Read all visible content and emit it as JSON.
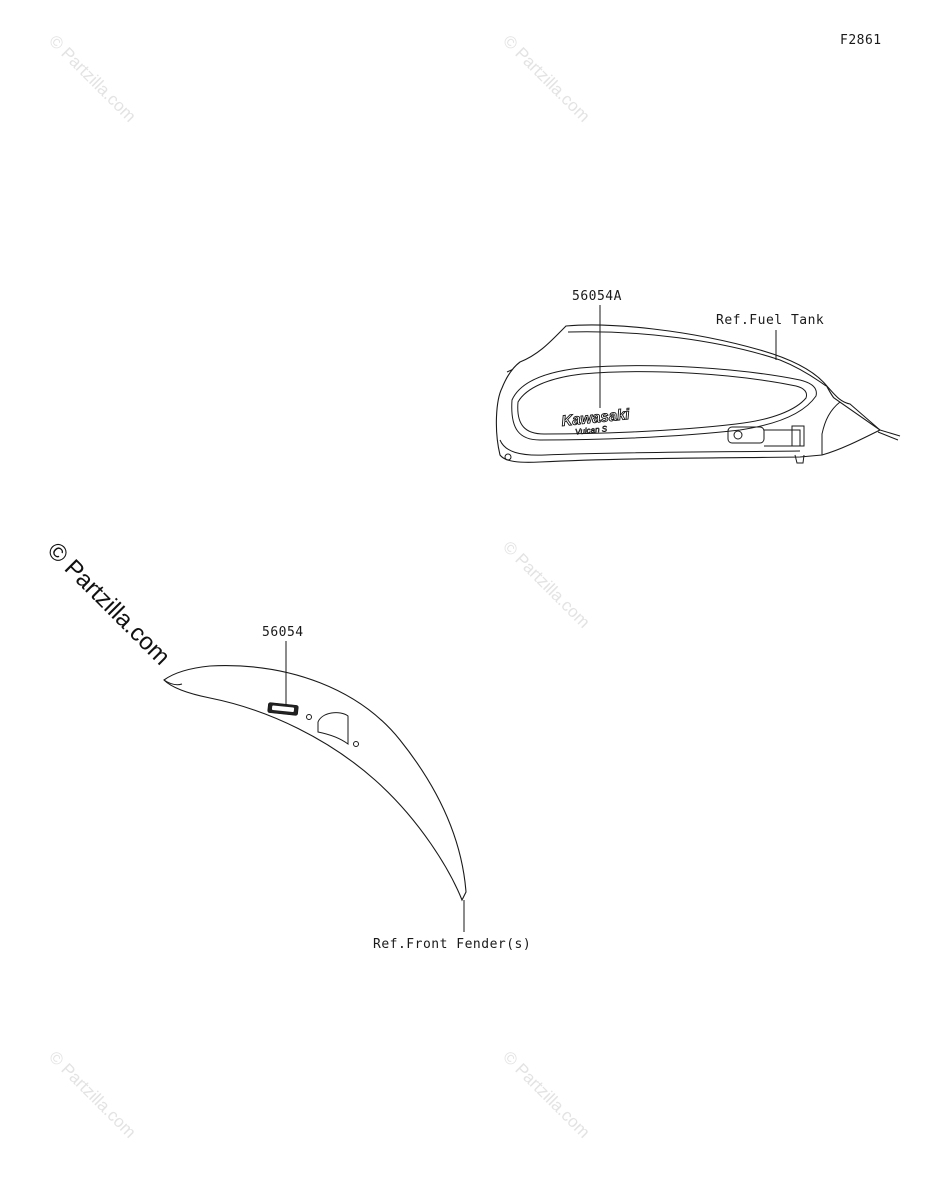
{
  "figure_code": "F2861",
  "parts": {
    "tank_decal": {
      "part_number": "56054A"
    },
    "fender_decal": {
      "part_number": "56054"
    }
  },
  "references": {
    "fuel_tank": "Ref.Fuel Tank",
    "front_fender": "Ref.Front Fender(s)"
  },
  "decal_text": {
    "brand": "Kawasaki",
    "model": "Vulcan S"
  },
  "watermark": {
    "text": "© Partzilla.com",
    "faint_color": "#e3e3e3",
    "bold_color": "#111111"
  }
}
